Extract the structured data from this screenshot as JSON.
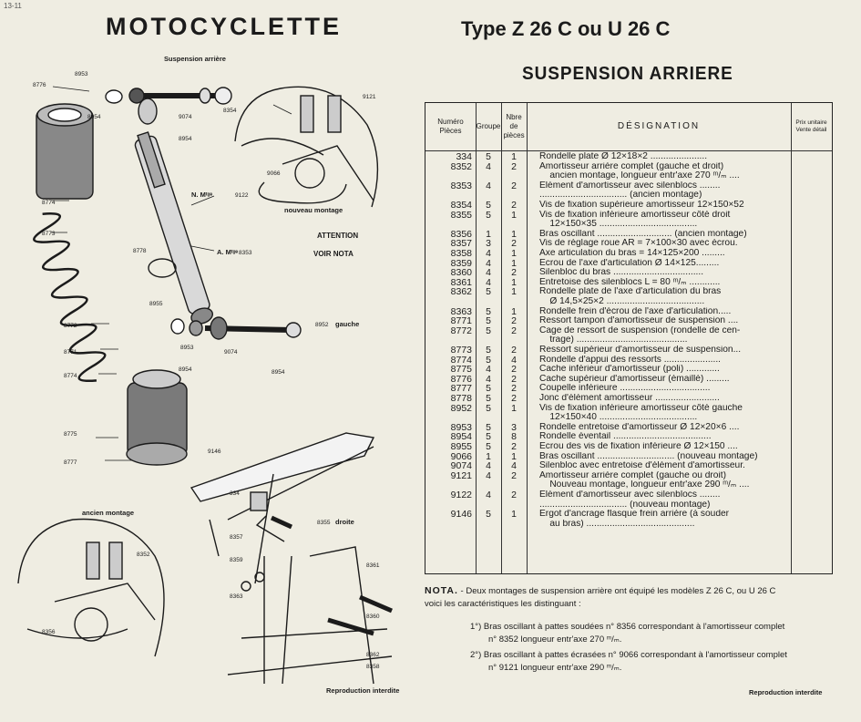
{
  "corner_mark": "13-11",
  "header": {
    "title": "MOTOCYCLETTE",
    "model": "Type Z 26 C ou U 26 C",
    "section": "SUSPENSION ARRIERE"
  },
  "diagram": {
    "top_label": "Suspension arrière",
    "nouveau_montage": "nouveau montage",
    "ancien_montage": "ancien montage",
    "attention": "ATTENTION",
    "voir_nota": "VOIR NOTA",
    "n_mtg": "N. Mᵗᵍᵉ",
    "a_mtg": "A. Mᵗᵍᵉ",
    "gauche": "gauche",
    "droite": "droite",
    "refs": [
      "8953",
      "8776",
      "8354",
      "8954",
      "9074",
      "9121",
      "8954",
      "9122",
      "8774",
      "8773",
      "8778",
      "8353",
      "9066",
      "8955",
      "8772",
      "8953",
      "8771",
      "8954",
      "9074",
      "8774",
      "8952",
      "8954",
      "8775",
      "8777",
      "9146",
      "334",
      "8357",
      "8355",
      "8352",
      "8359",
      "8363",
      "8361",
      "8360",
      "8356",
      "8362",
      "8358"
    ]
  },
  "table": {
    "headers": {
      "numero": [
        "Numéro",
        "Pièces"
      ],
      "groupe": [
        "Groupe"
      ],
      "nbre": [
        "Nbre",
        "de",
        "pièces"
      ],
      "designation": "DÉSIGNATION",
      "prix": [
        "Prix unitaire",
        "Vente détail"
      ]
    },
    "rows": [
      {
        "num": "334",
        "grp": "5",
        "nbr": "1",
        "des": [
          "Rondelle plate Ø 12×18×2 ......................"
        ]
      },
      {
        "num": "8352",
        "grp": "4",
        "nbr": "2",
        "des": [
          "Amortisseur arrière complet (gauche et droit)",
          "    ancien montage, longueur entr'axe 270 ᵐ/ₘ ...."
        ]
      },
      {
        "num": "8353",
        "grp": "4",
        "nbr": "2",
        "des": [
          "Elément d'amortisseur avec silenblocs ........",
          ".................................. (ancien montage)"
        ]
      },
      {
        "num": "8354",
        "grp": "5",
        "nbr": "2",
        "des": [
          "Vis de fixation supérieure amortisseur 12×150×52"
        ]
      },
      {
        "num": "8355",
        "grp": "5",
        "nbr": "1",
        "des": [
          "Vis de fixation inférieure amortisseur côté droit",
          "    12×150×35 ......................................"
        ]
      },
      {
        "num": "8356",
        "grp": "1",
        "nbr": "1",
        "des": [
          "Bras oscillant ............................. (ancien montage)"
        ]
      },
      {
        "num": "8357",
        "grp": "3",
        "nbr": "2",
        "des": [
          "Vis de réglage roue AR = 7×100×30 avec écrou."
        ]
      },
      {
        "num": "8358",
        "grp": "4",
        "nbr": "1",
        "des": [
          "Axe articulation du bras = 14×125×200 ........."
        ]
      },
      {
        "num": "8359",
        "grp": "4",
        "nbr": "1",
        "des": [
          "Ecrou de l'axe d'articulation Ø 14×125........."
        ]
      },
      {
        "num": "8360",
        "grp": "4",
        "nbr": "2",
        "des": [
          "Silenbloc du bras ..................................."
        ]
      },
      {
        "num": "8361",
        "grp": "4",
        "nbr": "1",
        "des": [
          "Entretoise des silenblocs L = 80 ᵐ/ₘ ............"
        ]
      },
      {
        "num": "8362",
        "grp": "5",
        "nbr": "1",
        "des": [
          "Rondelle plate de l'axe d'articulation du bras",
          "    Ø 14,5×25×2 ......................................"
        ]
      },
      {
        "num": "8363",
        "grp": "5",
        "nbr": "1",
        "des": [
          "Rondelle frein d'écrou de l'axe d'articulation....."
        ]
      },
      {
        "num": "8771",
        "grp": "5",
        "nbr": "2",
        "des": [
          "Ressort tampon d'amortisseur de suspension ...."
        ]
      },
      {
        "num": "8772",
        "grp": "5",
        "nbr": "2",
        "des": [
          "Cage de ressort de suspension (rondelle de cen-",
          "    trage) ..........................................."
        ]
      },
      {
        "num": "8773",
        "grp": "5",
        "nbr": "2",
        "des": [
          "Ressort supérieur d'amortisseur de suspension..."
        ]
      },
      {
        "num": "8774",
        "grp": "5",
        "nbr": "4",
        "des": [
          "Rondelle d'appui des ressorts ......................"
        ]
      },
      {
        "num": "8775",
        "grp": "4",
        "nbr": "2",
        "des": [
          "Cache inférieur d'amortisseur (poli) ............."
        ]
      },
      {
        "num": "8776",
        "grp": "4",
        "nbr": "2",
        "des": [
          "Cache supérieur d'amortisseur (émaillé) ........."
        ]
      },
      {
        "num": "8777",
        "grp": "5",
        "nbr": "2",
        "des": [
          "Coupelle inférieure ..................................."
        ]
      },
      {
        "num": "8778",
        "grp": "5",
        "nbr": "2",
        "des": [
          "Jonc d'élément amortisseur ........................."
        ]
      },
      {
        "num": "8952",
        "grp": "5",
        "nbr": "1",
        "des": [
          "Vis de fixation inférieure amortisseur côté gauche",
          "    12×150×40 ......................................"
        ]
      },
      {
        "num": "8953",
        "grp": "5",
        "nbr": "3",
        "des": [
          "Rondelle entretoise d'amortisseur Ø 12×20×6 ...."
        ]
      },
      {
        "num": "8954",
        "grp": "5",
        "nbr": "8",
        "des": [
          "Rondelle éventail ......................................"
        ]
      },
      {
        "num": "8955",
        "grp": "5",
        "nbr": "2",
        "des": [
          "Ecrou des vis de fixation inférieure Ø 12×150 ...."
        ]
      },
      {
        "num": "9066",
        "grp": "1",
        "nbr": "1",
        "des": [
          "Bras oscillant .............................. (nouveau montage)"
        ]
      },
      {
        "num": "9074",
        "grp": "4",
        "nbr": "4",
        "des": [
          "Silenbloc avec entretoise d'élément d'amortisseur."
        ]
      },
      {
        "num": "9121",
        "grp": "4",
        "nbr": "2",
        "des": [
          "Amortisseur arrière complet (gauche ou droit)",
          "    Nouveau montage, longueur entr'axe 290 ᵐ/ₘ ...."
        ]
      },
      {
        "num": "9122",
        "grp": "4",
        "nbr": "2",
        "des": [
          "Elément d'amortisseur avec silenblocs ........",
          ".................................. (nouveau montage)"
        ]
      },
      {
        "num": "9146",
        "grp": "5",
        "nbr": "1",
        "des": [
          "Ergot d'ancrage flasque frein arrière (à souder",
          "    au bras) .........................................."
        ]
      }
    ]
  },
  "nota": {
    "label": "NOTA.",
    "line1": "- Deux montages de suspension arrière ont équipé les modèles Z 26 C, ou U 26 C",
    "line2": "voici les caractéristiques les distinguant :",
    "item1a": "1°) Bras oscillant à pattes soudées n° 8356 correspondant à l'amortisseur complet",
    "item1b": "n° 8352 longueur entr'axe 270 ᵐ/ₘ.",
    "item2a": "2°) Bras oscillant à pattes écrasées n° 9066 correspondant à l'amortisseur complet",
    "item2b": "n° 9121 longueur entr'axe 290 ᵐ/ₘ."
  },
  "footer": {
    "left": "Reproduction interdite",
    "right": "Reproduction interdite"
  }
}
